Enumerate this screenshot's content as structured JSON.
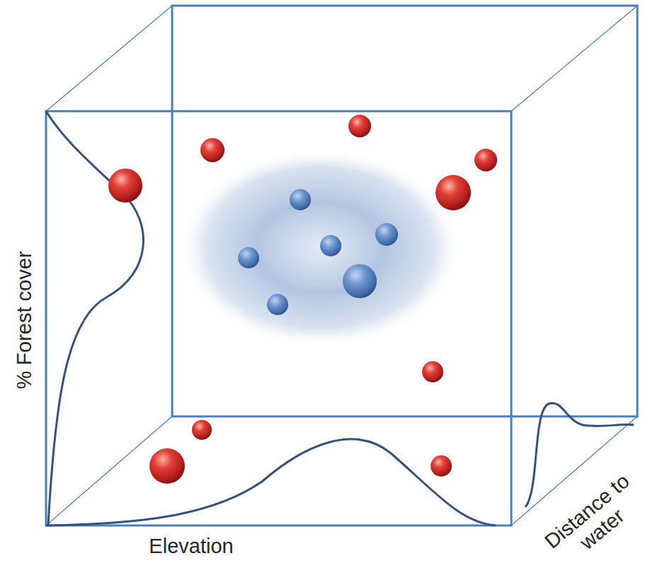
{
  "diagram": {
    "labels": [
      "% Forest cover",
      "Elevation",
      "Distance to water"
    ]
  }
}
